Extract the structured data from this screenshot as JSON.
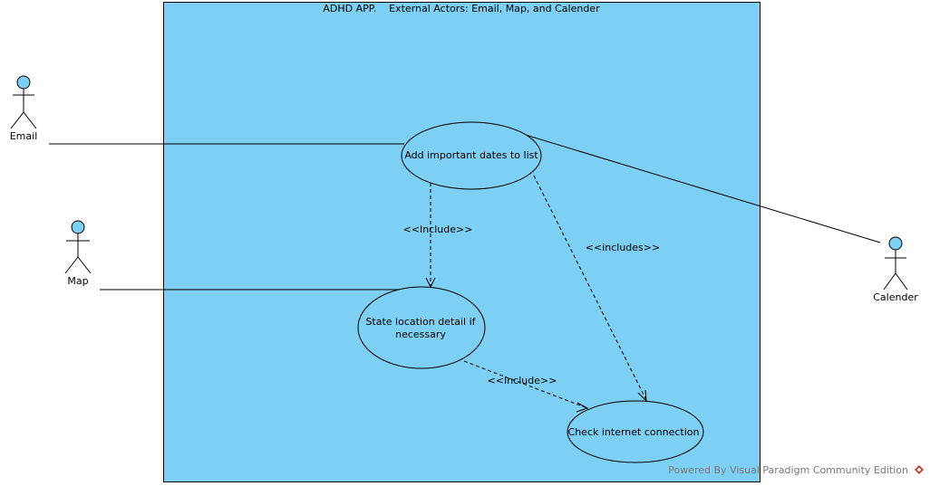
{
  "diagram": {
    "system_title": "ADHD APP.    External Actors: Email, Map, and Calender",
    "colors": {
      "system_fill": "#7dcff4",
      "actor_head_fill": "#7dcff4",
      "watermark_logo": "#c0392b"
    },
    "actors": [
      {
        "id": "email",
        "label": "Email"
      },
      {
        "id": "map",
        "label": "Map"
      },
      {
        "id": "calender",
        "label": "Calender"
      }
    ],
    "use_cases": [
      {
        "id": "add_dates",
        "label_lines": [
          "Add important dates to list"
        ]
      },
      {
        "id": "state_location",
        "label_lines": [
          "State location detail if",
          "necessary"
        ]
      },
      {
        "id": "check_internet",
        "label_lines": [
          "Check internet connection"
        ]
      }
    ],
    "relations": [
      {
        "from": "email",
        "to": "add_dates",
        "type": "association"
      },
      {
        "from": "map",
        "to": "state_location",
        "type": "association"
      },
      {
        "from": "calender",
        "to": "add_dates",
        "type": "association"
      },
      {
        "from": "add_dates",
        "to": "state_location",
        "type": "include",
        "label": "<<Include>>"
      },
      {
        "from": "add_dates",
        "to": "check_internet",
        "type": "include",
        "label": "<<includes>>"
      },
      {
        "from": "state_location",
        "to": "check_internet",
        "type": "include",
        "label": "<<Include>>"
      }
    ]
  },
  "watermark": {
    "text": "Powered By Visual Paradigm Community Edition",
    "logo_icon": "visual-paradigm-logo-icon"
  }
}
